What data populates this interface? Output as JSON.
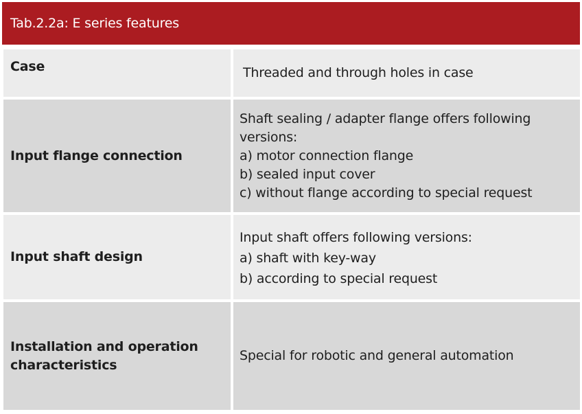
{
  "table": {
    "title": "Tab.2.2a:  E series features",
    "rows": [
      {
        "label": "Case",
        "lines": [
          "Threaded and through holes in case"
        ]
      },
      {
        "label": "Input flange connection",
        "lines": [
          "Shaft sealing / adapter flange offers following",
          "versions:",
          "a) motor connection flange",
          "b) sealed input cover",
          "c) without flange according to special request"
        ]
      },
      {
        "label": "Input shaft design",
        "lines": [
          "Input shaft offers following versions:",
          "a) shaft with key-way",
          "b) according to special request"
        ]
      },
      {
        "label_lines": [
          "Installation and operation",
          "characteristics"
        ],
        "lines": [
          "Special for robotic and general automation"
        ]
      }
    ]
  },
  "colors": {
    "title_bg": "#ab1c21",
    "title_text": "#ffffff",
    "row_light": "#ececec",
    "row_dark": "#d8d8d8"
  }
}
